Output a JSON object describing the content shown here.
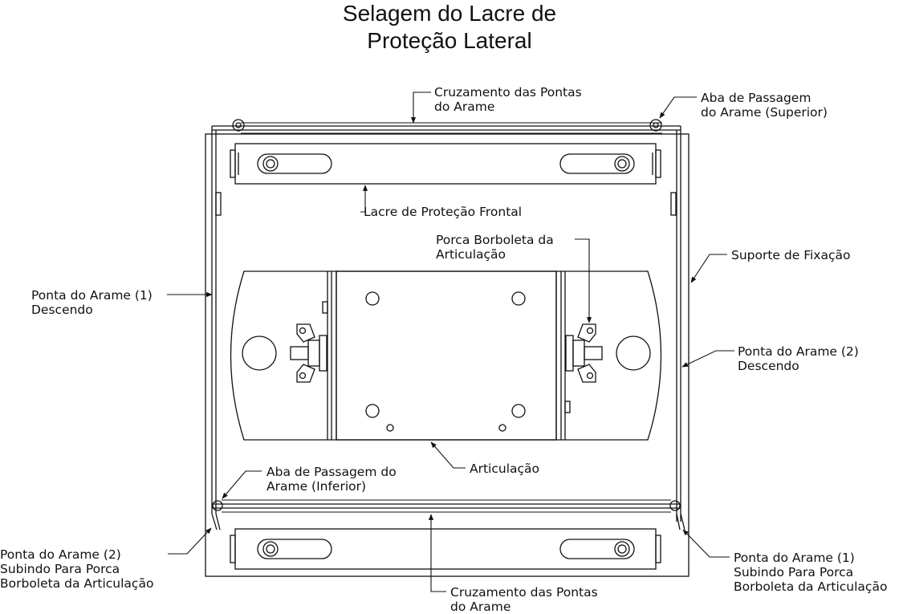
{
  "title": {
    "line1": "Selagem do Lacre de",
    "line2": "Proteção Lateral"
  },
  "callouts": {
    "cruzamento_top": {
      "line1": "Cruzamento das Pontas",
      "line2": "do Arame"
    },
    "aba_superior": {
      "line1": "Aba de Passagem",
      "line2": "do Arame (Superior)"
    },
    "lacre_frontal": {
      "line1": "Lacre de Proteção Frontal"
    },
    "porca_borboleta": {
      "line1": "Porca Borboleta da",
      "line2": "Articulação"
    },
    "suporte": {
      "line1": "Suporte de Fixação"
    },
    "ponta1_descendo": {
      "line1": "Ponta do Arame (1)",
      "line2": "Descendo"
    },
    "ponta2_descendo": {
      "line1": "Ponta do Arame (2)",
      "line2": "Descendo"
    },
    "articulacao": {
      "line1": "Articulação"
    },
    "aba_inferior": {
      "line1": "Aba de Passagem do",
      "line2": "Arame (Inferior)"
    },
    "ponta2_subindo": {
      "line1": "Ponta do Arame (2)",
      "line2": "Subindo Para Porca",
      "line3": "Borboleta da Articulação"
    },
    "ponta1_subindo": {
      "line1": "Ponta do Arame (1)",
      "line2": "Subindo Para Porca",
      "line3": "Borboleta da Articulação"
    },
    "cruzamento_bottom": {
      "line1": "Cruzamento das Pontas",
      "line2": "do Arame"
    }
  }
}
